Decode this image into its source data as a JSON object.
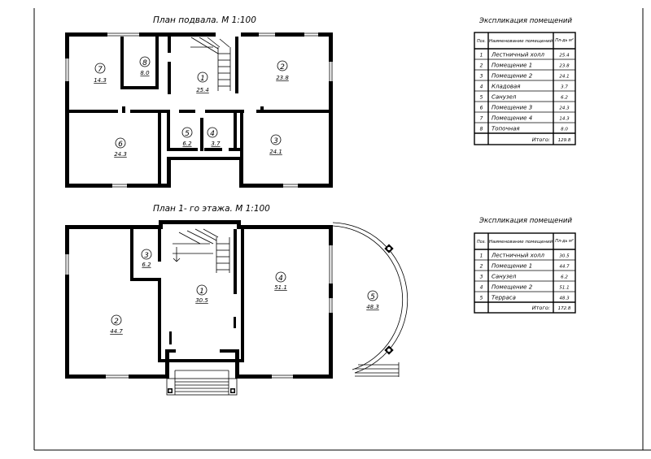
{
  "plans": {
    "basement_title": "План подвала.  М 1:100",
    "floor1_title": "План 1- го этажа.  М 1:100"
  },
  "basement_rooms": [
    {
      "num": "1",
      "area": "25.4"
    },
    {
      "num": "2",
      "area": "23.8"
    },
    {
      "num": "3",
      "area": "24.1"
    },
    {
      "num": "4",
      "area": "3.7"
    },
    {
      "num": "5",
      "area": "6.2"
    },
    {
      "num": "6",
      "area": "24.3"
    },
    {
      "num": "7",
      "area": "14.3"
    },
    {
      "num": "8",
      "area": "8.0"
    }
  ],
  "floor1_rooms": [
    {
      "num": "1",
      "area": "30.5"
    },
    {
      "num": "2",
      "area": "44.7"
    },
    {
      "num": "3",
      "area": "6.2"
    },
    {
      "num": "4",
      "area": "51.1"
    },
    {
      "num": "5",
      "area": "48.3"
    }
  ],
  "table_basement": {
    "title": "Экспликация помещений",
    "head_pos": "Поз.",
    "head_name": "Наименование помещений",
    "head_area": "Пл-дь м²",
    "rows": [
      {
        "pos": "1",
        "name": "Лестничный холл",
        "area": "25.4"
      },
      {
        "pos": "2",
        "name": "Помещение  1",
        "area": "23.8"
      },
      {
        "pos": "3",
        "name": "Помещение  2",
        "area": "24.1"
      },
      {
        "pos": "4",
        "name": "Кладовая",
        "area": "3.7"
      },
      {
        "pos": "5",
        "name": "Санузел",
        "area": "6.2"
      },
      {
        "pos": "6",
        "name": "Помещение  3",
        "area": "24.3"
      },
      {
        "pos": "7",
        "name": "Помещение  4",
        "area": "14.3"
      },
      {
        "pos": "8",
        "name": "Топочная",
        "area": "8.0"
      }
    ],
    "total_label": "Итого:",
    "total": "129.8"
  },
  "table_floor1": {
    "title": "Экспликация помещений",
    "head_pos": "Поз.",
    "head_name": "Наименование помещений",
    "head_area": "Пл-дь м²",
    "rows": [
      {
        "pos": "1",
        "name": "Лестничный холл",
        "area": "30.5"
      },
      {
        "pos": "2",
        "name": "Помещение  1",
        "area": "44.7"
      },
      {
        "pos": "3",
        "name": "Санузел",
        "area": "6.2"
      },
      {
        "pos": "4",
        "name": "Помещение  2",
        "area": "51.1"
      },
      {
        "pos": "5",
        "name": "Терраса",
        "area": "48.3"
      }
    ],
    "total_label": "Итого:",
    "total": "172.8"
  }
}
